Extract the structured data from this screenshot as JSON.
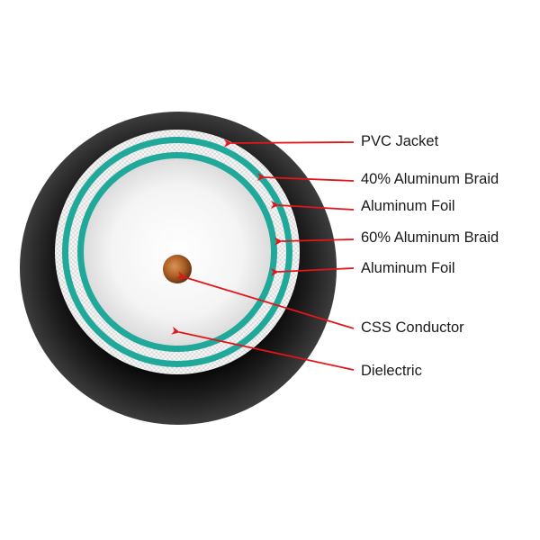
{
  "diagram": {
    "colors": {
      "jacket": "#000000",
      "braid": "#e2e2e2",
      "foil": "#20a99b",
      "dielectric": "#f3f3f3",
      "conductor": "#a85b23",
      "arrow": "#e3151b",
      "label": "#1a1a1a"
    },
    "labels": [
      {
        "id": "pvc-jacket",
        "text": "PVC Jacket"
      },
      {
        "id": "braid-40",
        "text": "40% Aluminum Braid"
      },
      {
        "id": "foil-outer",
        "text": "Aluminum Foil"
      },
      {
        "id": "braid-60",
        "text": "60% Aluminum Braid"
      },
      {
        "id": "foil-inner",
        "text": "Aluminum Foil"
      },
      {
        "id": "css-conductor",
        "text": "CSS Conductor"
      },
      {
        "id": "dielectric",
        "text": "Dielectric"
      }
    ]
  }
}
